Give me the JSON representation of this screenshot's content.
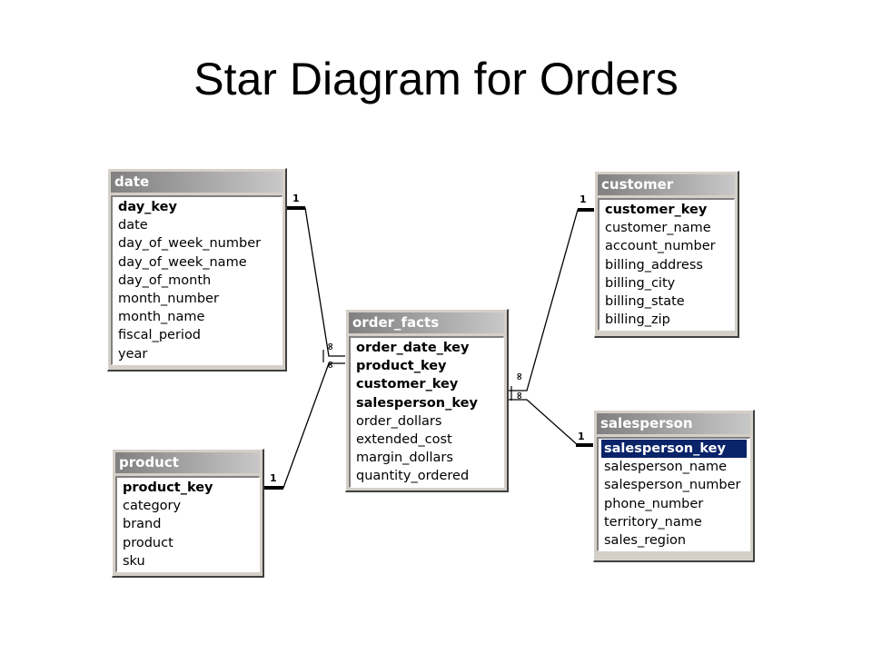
{
  "title": "Star Diagram for Orders",
  "tables": {
    "date": {
      "name": "date",
      "fields": [
        {
          "name": "day_key",
          "key": true
        },
        {
          "name": "date",
          "key": false
        },
        {
          "name": "day_of_week_number",
          "key": false
        },
        {
          "name": "day_of_week_name",
          "key": false
        },
        {
          "name": "day_of_month",
          "key": false
        },
        {
          "name": "month_number",
          "key": false
        },
        {
          "name": "month_name",
          "key": false
        },
        {
          "name": "fiscal_period",
          "key": false
        },
        {
          "name": "year",
          "key": false
        }
      ]
    },
    "product": {
      "name": "product",
      "fields": [
        {
          "name": "product_key",
          "key": true
        },
        {
          "name": "category",
          "key": false
        },
        {
          "name": "brand",
          "key": false
        },
        {
          "name": "product",
          "key": false
        },
        {
          "name": "sku",
          "key": false
        }
      ]
    },
    "order_facts": {
      "name": "order_facts",
      "fields": [
        {
          "name": "order_date_key",
          "key": true
        },
        {
          "name": "product_key",
          "key": true
        },
        {
          "name": "customer_key",
          "key": true
        },
        {
          "name": "salesperson_key",
          "key": true
        },
        {
          "name": "order_dollars",
          "key": false
        },
        {
          "name": "extended_cost",
          "key": false
        },
        {
          "name": "margin_dollars",
          "key": false
        },
        {
          "name": "quantity_ordered",
          "key": false
        }
      ]
    },
    "customer": {
      "name": "customer",
      "fields": [
        {
          "name": "customer_key",
          "key": true
        },
        {
          "name": "customer_name",
          "key": false
        },
        {
          "name": "account_number",
          "key": false
        },
        {
          "name": "billing_address",
          "key": false
        },
        {
          "name": "billing_city",
          "key": false
        },
        {
          "name": "billing_state",
          "key": false
        },
        {
          "name": "billing_zip",
          "key": false
        }
      ]
    },
    "salesperson": {
      "name": "salesperson",
      "fields": [
        {
          "name": "salesperson_key",
          "key": true,
          "selected": true
        },
        {
          "name": "salesperson_name",
          "key": false
        },
        {
          "name": "salesperson_number",
          "key": false
        },
        {
          "name": "phone_number",
          "key": false
        },
        {
          "name": "territory_name",
          "key": false
        },
        {
          "name": "sales_region",
          "key": false
        }
      ]
    }
  },
  "relationships": [
    {
      "one": "date",
      "many": "order_facts",
      "one_label": "1",
      "many_label": "∞"
    },
    {
      "one": "product",
      "many": "order_facts",
      "one_label": "1",
      "many_label": "∞"
    },
    {
      "one": "customer",
      "many": "order_facts",
      "one_label": "1",
      "many_label": "∞"
    },
    {
      "one": "salesperson",
      "many": "order_facts",
      "one_label": "1",
      "many_label": "∞"
    }
  ],
  "colors": {
    "window": "#d4d0c8",
    "selection": "#0a246a"
  }
}
